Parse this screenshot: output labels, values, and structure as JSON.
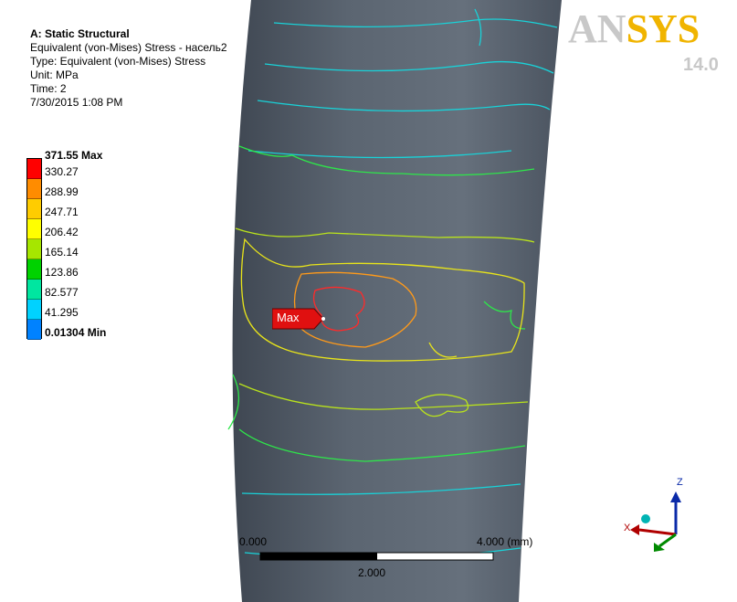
{
  "info": {
    "title": "A: Static Structural",
    "line1": "Equivalent (von-Mises) Stress - насель2",
    "line2": "Type: Equivalent (von-Mises) Stress",
    "line3": "Unit: MPa",
    "line4": "Time: 2",
    "line5": "7/30/2015 1:08 PM"
  },
  "legend": {
    "max_label": "371.55 Max",
    "min_label": "0.01304 Min",
    "levels": [
      "330.27",
      "288.99",
      "247.71",
      "206.42",
      "165.14",
      "123.86",
      "82.577",
      "41.295"
    ],
    "colors": [
      "#ff0000",
      "#ff8c00",
      "#ffcc00",
      "#ffff00",
      "#a6e600",
      "#00d200",
      "#00e6a0",
      "#00d2ff",
      "#0082ff",
      "#0000ff"
    ]
  },
  "probe": {
    "label": "Max"
  },
  "logo": {
    "brand_a": "AN",
    "brand_b": "SYS",
    "version": "14.0"
  },
  "scale": {
    "left": "0.000",
    "right": "4.000 (mm)",
    "mid": "2.000"
  },
  "triad": {
    "z": "Z",
    "x": "X"
  },
  "colors": {
    "surface": "#56606c",
    "background": "#ffffff"
  }
}
